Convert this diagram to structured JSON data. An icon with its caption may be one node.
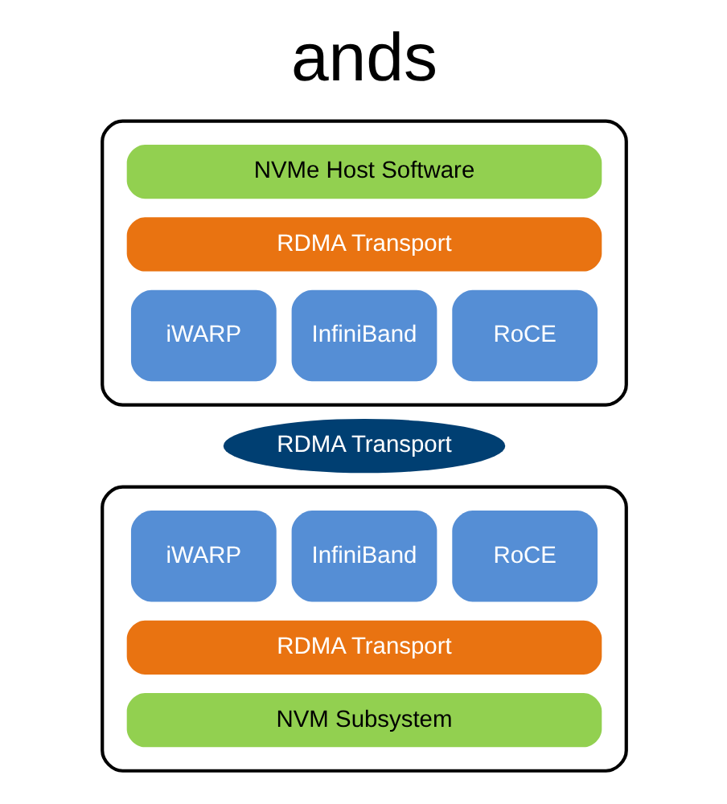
{
  "diagram": {
    "nodes": [
      {
        "text": [],
        "shape": "box"
      },
      {
        "text": [
          "NVMe Host Software"
        ],
        "in": 0
      },
      {
        "text": [
          "RDMA Transport"
        ],
        "in": 0
      },
      {
        "text": [
          "iWARP"
        ],
        "in": 0
      },
      {
        "text": [
          "InfiniBand"
        ],
        "in": 0
      },
      {
        "text": [
          "RoCE"
        ],
        "in": 0
      },
      {
        "text": [
          "RDMA Transport"
        ]
      },
      {
        "text": [],
        "shape": "box"
      },
      {
        "text": [
          "iWARP"
        ],
        "in": 7
      },
      {
        "text": [
          "InfiniBand"
        ],
        "in": 7
      },
      {
        "text": [
          "RoCE"
        ],
        "in": 7
      },
      {
        "text": [
          "RDMA Transport"
        ],
        "in": 7
      },
      {
        "text": [
          "NVM Subsystem"
        ],
        "in": 7
      }
    ],
    "edges": [],
    "labels": [
      "ands"
    ]
  }
}
